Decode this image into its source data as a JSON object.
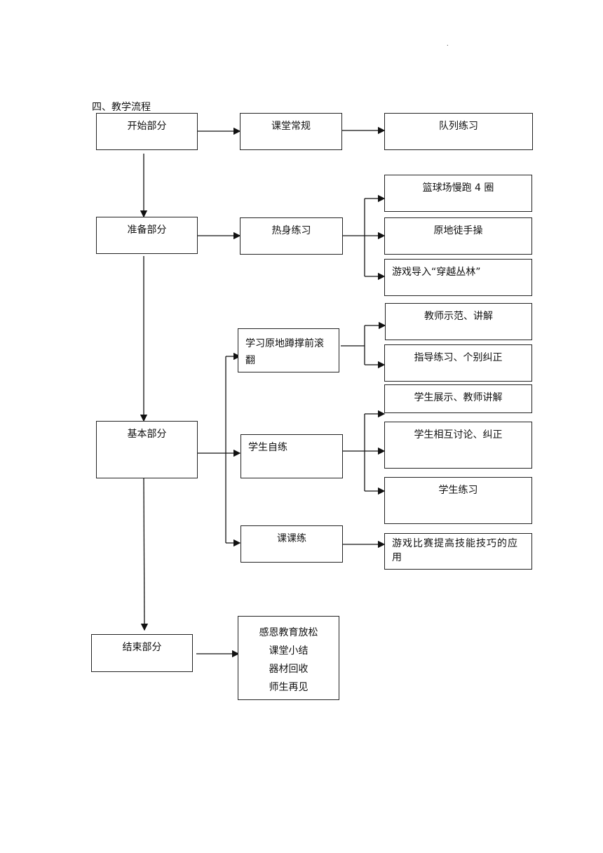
{
  "header": {
    "mark": "."
  },
  "title": "四、教学流程",
  "stages": {
    "start": "开始部分",
    "prep": "准备部分",
    "basic": "基本部分",
    "end": "结束部分"
  },
  "start": {
    "routine": "课堂常规",
    "drill": "队列练习"
  },
  "prep": {
    "warmup": "热身练习",
    "items": [
      "篮球场慢跑 4 圈",
      "原地徒手操",
      "游戏导入“穿越丛林”"
    ]
  },
  "basic": {
    "learn": "学习原地蹲撑前滚翻",
    "learn_items": [
      "教师示范、讲解",
      "指导练习、个别纠正"
    ],
    "self": "学生自练",
    "self_items": [
      "学生展示、教师讲解",
      "学生相互讨论、纠正",
      "学生练习"
    ],
    "class_drill": "课课练",
    "class_drill_item": "游戏比赛提高技能技巧的应用"
  },
  "end": {
    "lines": [
      "感恩教育放松",
      "课堂小结",
      "器材回收",
      "师生再见"
    ]
  }
}
